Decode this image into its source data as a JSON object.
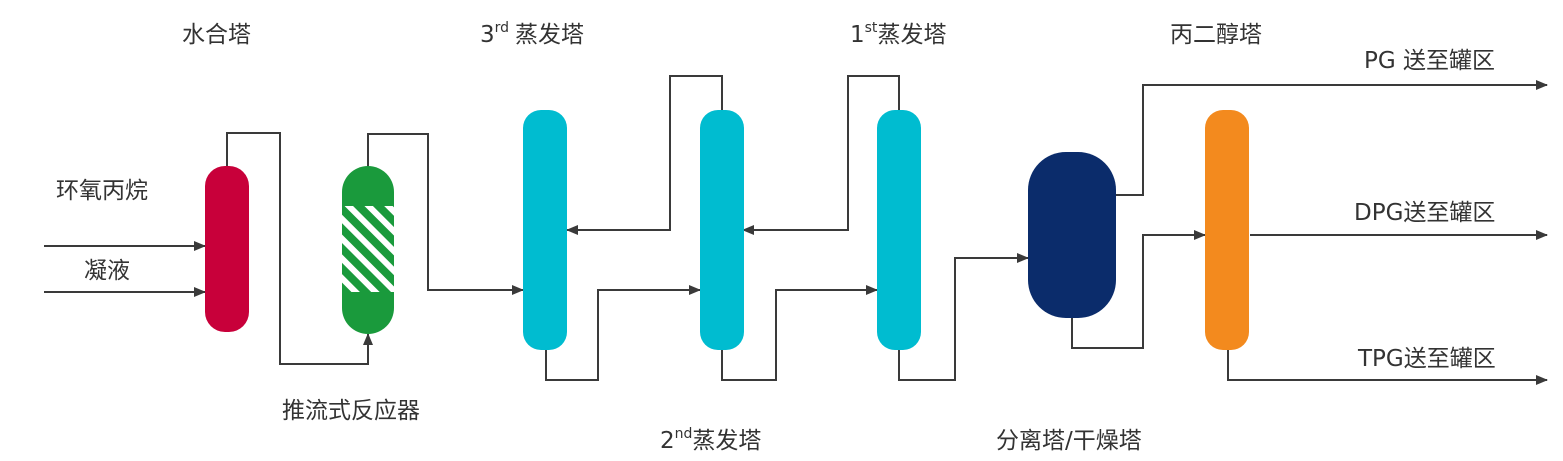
{
  "labels": {
    "hydration_tower": "水合塔",
    "evap3_num": "3",
    "evap3_sup": "rd",
    "evap3_name": "蒸发塔",
    "evap1_num": "1",
    "evap1_sup": "st",
    "evap1_name": "蒸发塔",
    "evap2_num": "2",
    "evap2_sup": "nd",
    "evap2_name": "蒸发塔",
    "pg_tower": "丙二醇塔",
    "propylene_oxide": "环氧丙烷",
    "condensate": "凝液",
    "plug_flow_reactor": "推流式反应器",
    "separation_drying": "分离塔/干燥塔",
    "pg_out": "PG 送至罐区",
    "dpg_out": "DPG送至罐区",
    "tpg_out": "TPG送至罐区"
  },
  "colors": {
    "hydration_tower": "#c8003a",
    "reactor": "#1a9a3c",
    "evaporator": "#00bcd0",
    "separator": "#0b2c6b",
    "pg_tower": "#f38a1e",
    "line": "#3a3a3a"
  }
}
